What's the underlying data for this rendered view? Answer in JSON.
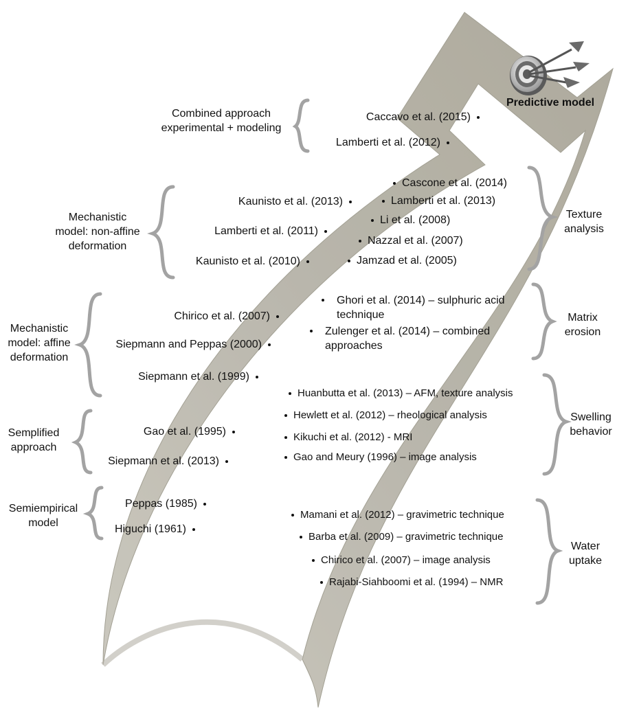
{
  "target_label": "Predictive model",
  "icons": {
    "target": "target-darts-icon",
    "arrow": "curved-arrow"
  },
  "colors": {
    "arrow": "#b9b6ab",
    "arrow_edge": "#a6a396",
    "brace": "#a3a3a3"
  },
  "categories": {
    "combined": "Combined approach\nexperimental + modeling",
    "mech_nonaffine": "Mechanistic\nmodel: non-affine\ndeformation",
    "mech_affine": "Mechanistic\nmodel: affine\ndeformation",
    "simplified": "Semplified\napproach",
    "semiempirical": "Semiempirical\nmodel",
    "texture": "Texture\nanalysis",
    "erosion": "Matrix\nerosion",
    "swelling": "Swelling\nbehavior",
    "water": "Water\nuptake"
  },
  "models": {
    "combined": [
      "Caccavo et al. (2015)",
      "Lamberti et al. (2012)"
    ],
    "mech_nonaffine": [
      "Kaunisto et al. (2013)",
      "Lamberti et al. (2011)",
      "Kaunisto et al. (2010)"
    ],
    "mech_affine": [
      "Chirico et al. (2007)",
      "Siepmann and Peppas (2000)",
      "Siepmann et al. (1999)"
    ],
    "simplified": [
      "Gao et al. (1995)",
      "Siepmann et al. (2013)"
    ],
    "semiempirical": [
      "Peppas (1985)",
      "Higuchi (1961)"
    ]
  },
  "experiments": {
    "texture": [
      "Cascone et al. (2014)",
      "Lamberti et al. (2013)",
      "Li et al. (2008)",
      "Nazzal et al. (2007)",
      "Jamzad et al. (2005)"
    ],
    "erosion": [
      "Ghori et al. (2014) – sulphuric acid technique",
      "Zulenger et al. (2014) – combined approaches"
    ],
    "swelling": [
      "Huanbutta et al. (2013) – AFM, texture analysis",
      "Hewlett et al. (2012) – rheological analysis",
      "Kikuchi et al. (2012) - MRI",
      "Gao and Meury (1996) – image analysis"
    ],
    "water": [
      "Mamani et al. (2012) – gravimetric technique",
      "Barba et al. (2009) – gravimetric technique",
      "Chirico et al. (2007) – image analysis",
      "Rajabi-Siahboomi et al. (1994) – NMR"
    ]
  }
}
